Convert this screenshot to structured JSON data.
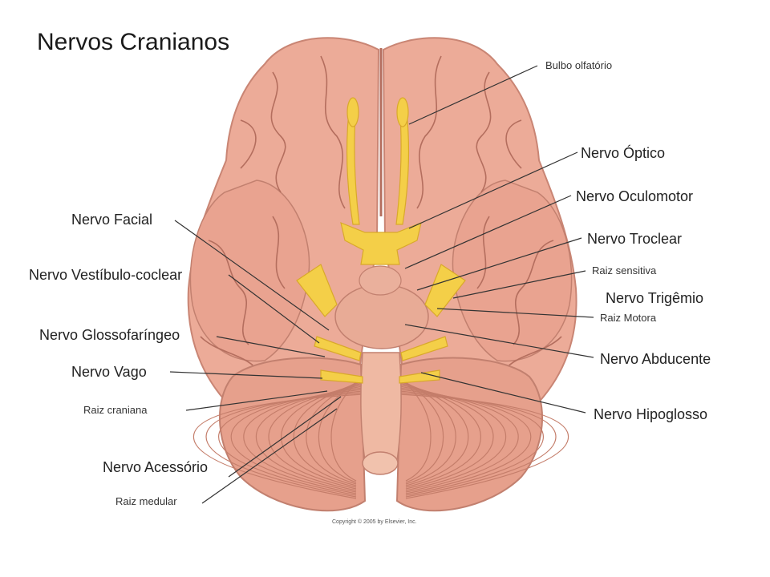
{
  "title": "Nervos Cranianos",
  "copyright": "Copyright © 2005 by Elsevier, Inc.",
  "colors": {
    "brain": "#ecab98",
    "brain_shadow": "#c98574",
    "sulcus": "#b46e5e",
    "nerve": "#f4cf48",
    "nerve_edge": "#d9a92a",
    "cerebellum": "#e6a08c",
    "brainstem": "#efb9a3",
    "leader_line": "#333333"
  },
  "labels": {
    "bulbo_olfatorio": "Bulbo olfatório",
    "nervo_optico": "Nervo Óptico",
    "nervo_oculomotor": "Nervo Oculomotor",
    "nervo_troclear": "Nervo Troclear",
    "raiz_sensitiva": "Raiz sensitiva",
    "nervo_trigemio": "Nervo Trigêmio",
    "raiz_motora": "Raiz Motora",
    "nervo_abducente": "Nervo Abducente",
    "nervo_hipoglosso": "Nervo Hipoglosso",
    "nervo_facial": "Nervo Facial",
    "nervo_vestibulo_coclear": "Nervo Vestíbulo-coclear",
    "nervo_glossofaringeo": "Nervo Glossofaríngeo",
    "nervo_vago": "Nervo Vago",
    "raiz_craniana": "Raiz craniana",
    "nervo_acessorio": "Nervo Acessório",
    "raiz_medular": "Raiz medular"
  }
}
